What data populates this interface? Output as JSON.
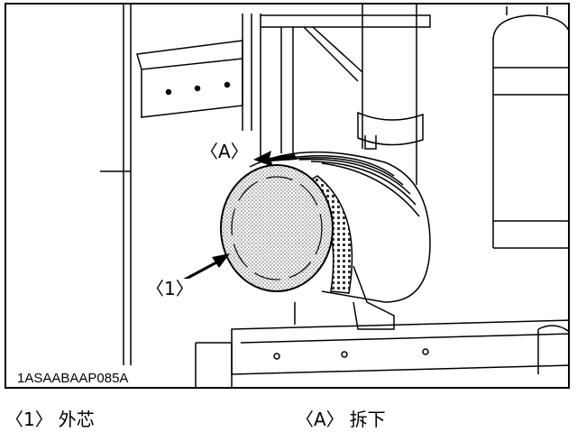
{
  "figure": {
    "callout_a": "〈A〉",
    "callout_1": "〈1〉",
    "image_code": "1ASAABAAP085A"
  },
  "legend": [
    {
      "key": "〈1〉",
      "label": "外芯"
    },
    {
      "key": "〈A〉",
      "label": "拆下"
    }
  ],
  "colors": {
    "line": "#000000",
    "background": "#ffffff",
    "stipple": "#9a9a9a"
  }
}
